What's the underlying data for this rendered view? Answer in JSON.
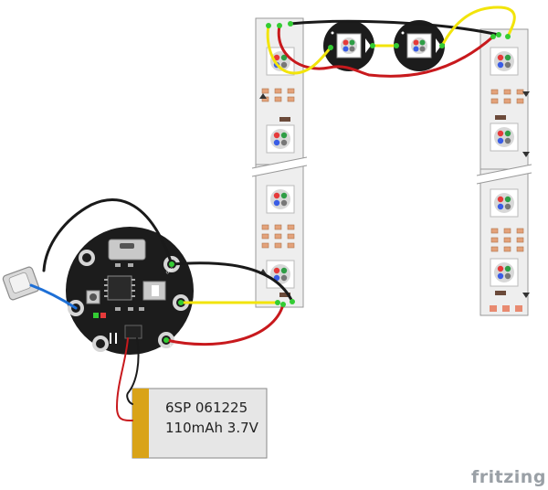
{
  "battery": {
    "line1": "6SP 061225",
    "line2": "110mAh 3.7V"
  },
  "brand": {
    "name": "fritzing"
  },
  "colors": {
    "wire_black": "#1a1a1a",
    "wire_red": "#c8191d",
    "wire_yellow": "#f2e40b",
    "wire_blue": "#1d6fd6",
    "strip": "#eeeeee",
    "pcb": "#1c1c1c",
    "battery_body": "#e6e6e6",
    "battery_tab": "#d9a318",
    "pad_green": "#33cc33"
  },
  "icons": {
    "led": "rgb-led-icon",
    "pad": "solder-pad-icon"
  }
}
